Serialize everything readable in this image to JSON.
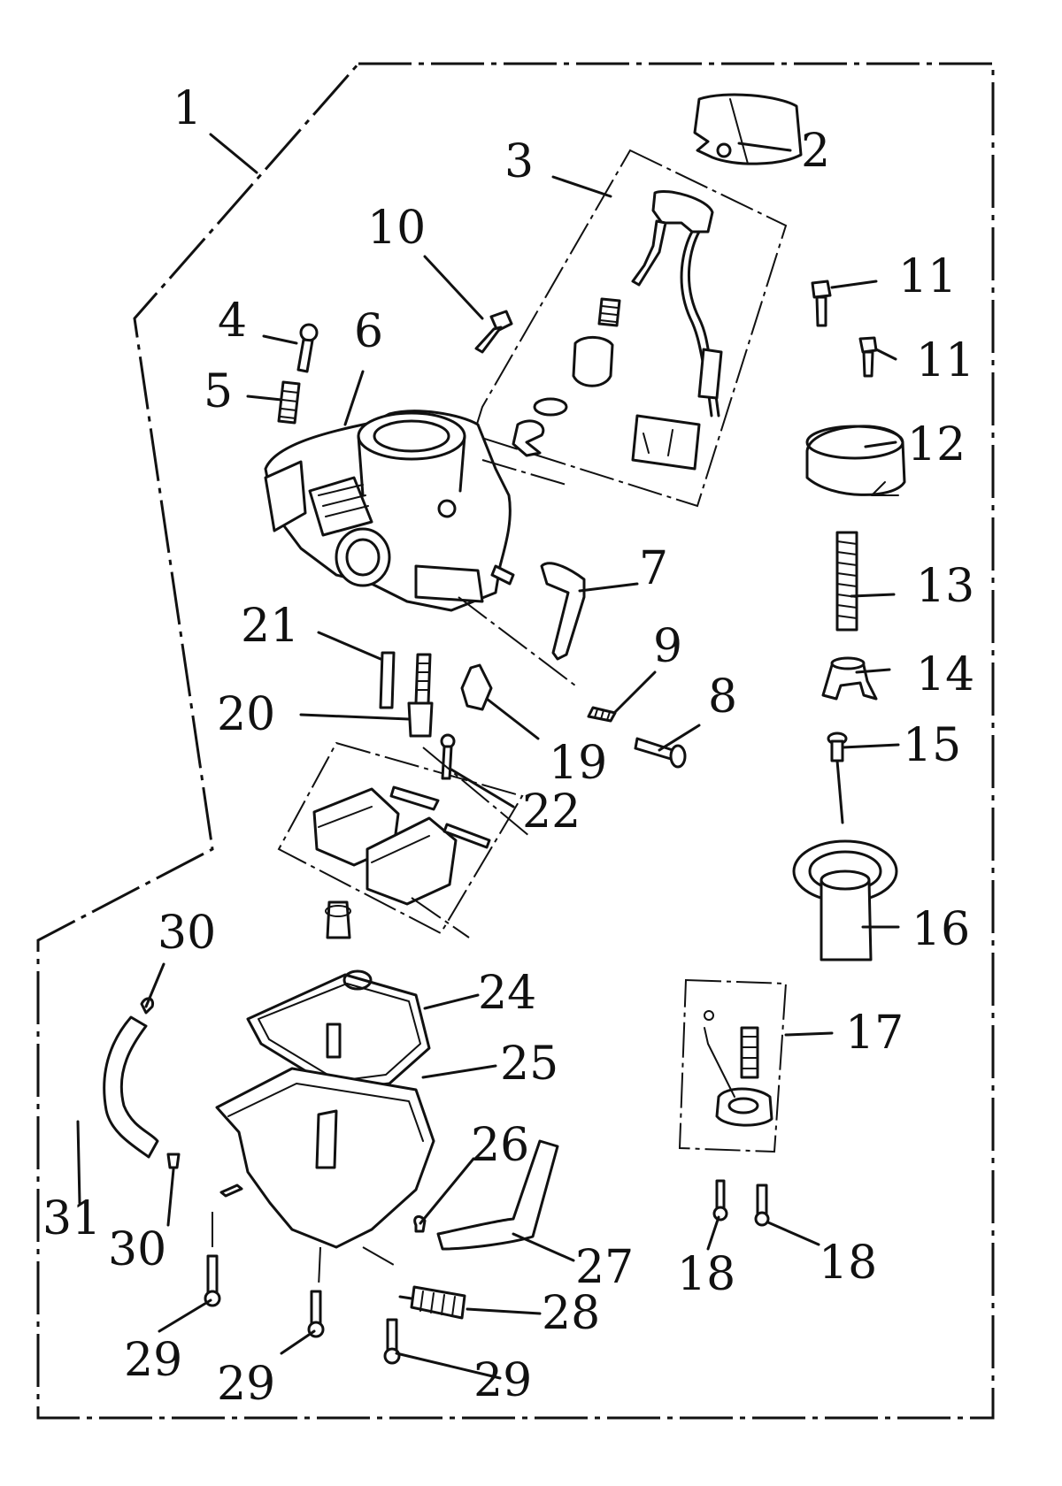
{
  "callouts": {
    "c1": "1",
    "c2": "2",
    "c3": "3",
    "c4": "4",
    "c5": "5",
    "c6": "6",
    "c7": "7",
    "c8": "8",
    "c9": "9",
    "c10": "10",
    "c11a": "11",
    "c11b": "11",
    "c12": "12",
    "c13": "13",
    "c14": "14",
    "c15": "15",
    "c16": "16",
    "c17": "17",
    "c18a": "18",
    "c18b": "18",
    "c19": "19",
    "c20": "20",
    "c21": "21",
    "c22": "22",
    "c24": "24",
    "c25": "25",
    "c26": "26",
    "c27": "27",
    "c28": "28",
    "c29a": "29",
    "c29b": "29",
    "c29c": "29",
    "c30a": "30",
    "c30b": "30",
    "c31": "31"
  }
}
